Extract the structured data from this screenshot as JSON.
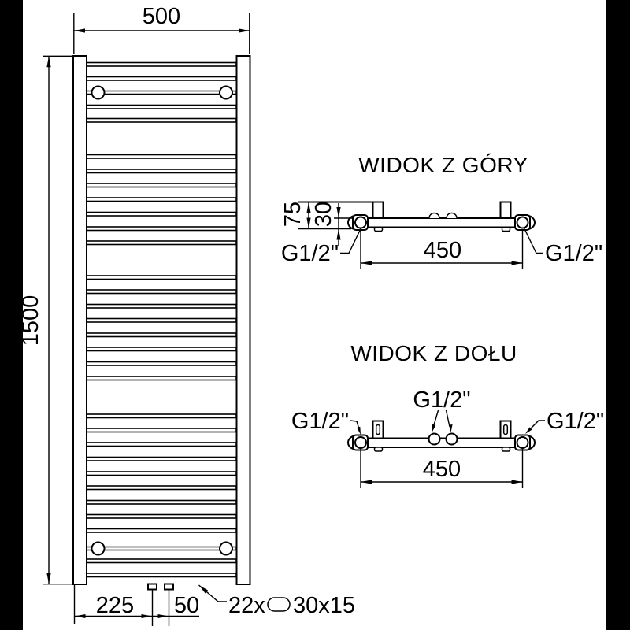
{
  "canvas": {
    "background": "#000000",
    "paper": "#ffffff",
    "line_color": "#000000"
  },
  "front_view": {
    "width_dim": "500",
    "height_dim": "1500",
    "bottom_offset_dim": "225",
    "pipe_spacing_dim": "50",
    "tube_note_prefix": "22x",
    "tube_note_suffix": "30x15"
  },
  "top_view": {
    "title": "WIDOK Z GÓRY",
    "depth_dim": "75",
    "tube_depth_dim": "30",
    "connection_spacing_dim": "450",
    "thread_left": "G1/2\"",
    "thread_right": "G1/2\""
  },
  "bottom_view": {
    "title": "WIDOK Z DOŁU",
    "connection_spacing_dim": "450",
    "thread_left": "G1/2\"",
    "thread_center": "G1/2\"",
    "thread_right": "G1/2\""
  }
}
